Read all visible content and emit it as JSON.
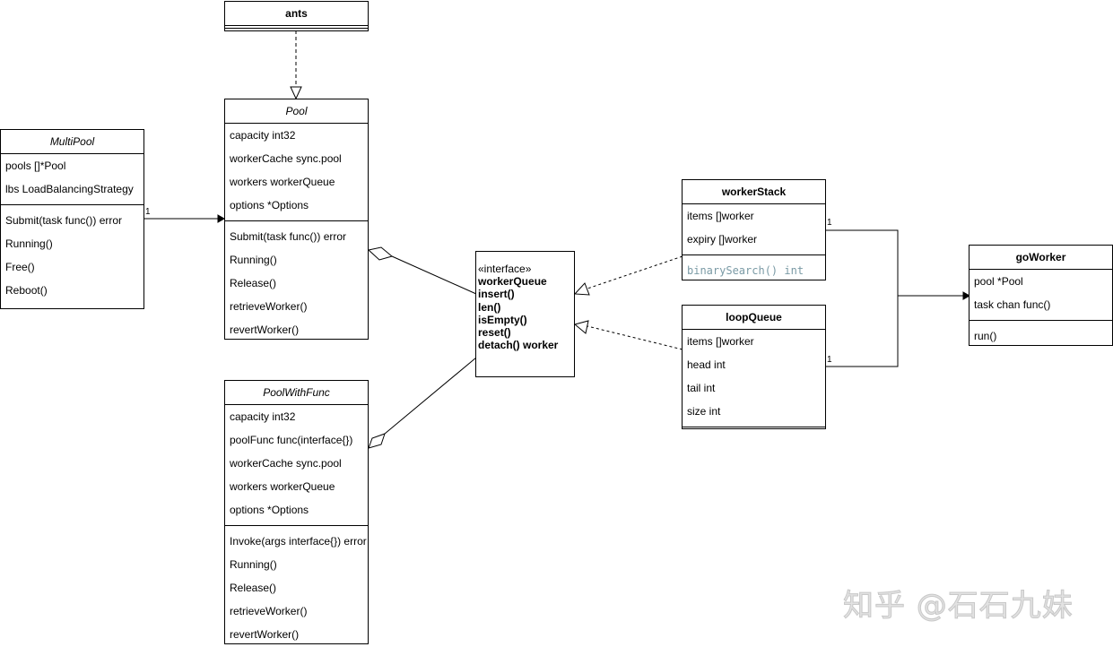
{
  "ants": {
    "title": "ants"
  },
  "pool": {
    "title": "Pool",
    "attributes": [
      "capacity int32",
      "workerCache sync.pool",
      "workers workerQueue",
      "options *Options"
    ],
    "methods": [
      "Submit(task func()) error",
      "Running()",
      "Release()",
      "retrieveWorker()",
      "revertWorker()"
    ]
  },
  "multipool": {
    "title": "MultiPool",
    "attributes": [
      "pools []*Pool",
      "lbs LoadBalancingStrategy"
    ],
    "methods": [
      "Submit(task func()) error",
      "Running()",
      "Free()",
      "Reboot()"
    ]
  },
  "poolwithfunc": {
    "title": "PoolWithFunc",
    "attributes": [
      "capacity int32",
      "poolFunc func(interface{})",
      "workerCache sync.pool",
      "workers workerQueue",
      "options *Options"
    ],
    "methods": [
      "Invoke(args interface{}) error",
      "Running()",
      "Release()",
      "retrieveWorker()",
      "revertWorker()"
    ]
  },
  "workerqueue": {
    "stereotype": "«interface»",
    "name": "workerQueue",
    "methods": [
      "insert()",
      "len()",
      "isEmpty()",
      "reset()",
      "detach() worker"
    ]
  },
  "workerstack": {
    "title": "workerStack",
    "attributes": [
      "items []worker",
      "expiry []worker"
    ],
    "methods": [
      "binarySearch() int"
    ]
  },
  "loopqueue": {
    "title": "loopQueue",
    "attributes": [
      "items []worker",
      "head int",
      "tail int",
      "size int"
    ]
  },
  "goworker": {
    "title": "goWorker",
    "attributes": [
      "pool *Pool",
      "task chan func()"
    ],
    "methods": [
      "run()"
    ]
  },
  "multiplicities": {
    "multipool_pool": "1",
    "workerstack_goworker": "1",
    "loopqueue_goworker": "1"
  },
  "watermark": "知乎 @石石九妹"
}
